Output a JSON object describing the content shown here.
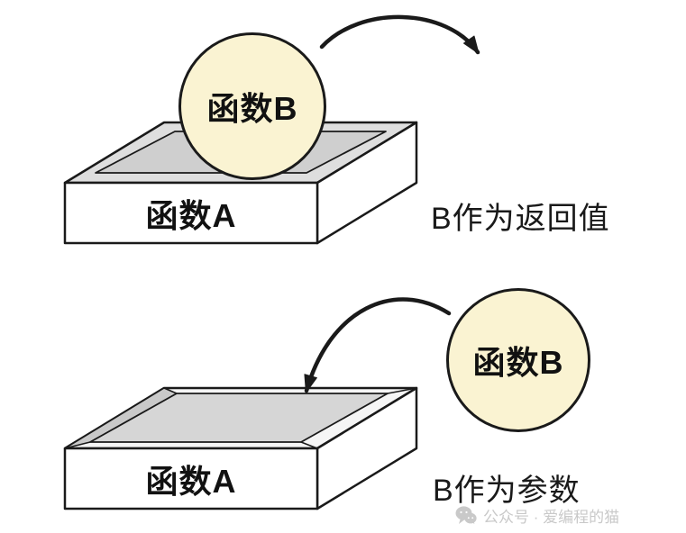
{
  "diagram": {
    "top_scene": {
      "box_label": "函数A",
      "ball_label": "函数B",
      "caption": "B作为返回值",
      "arrow_icon": "curved-arrow-out-of-box"
    },
    "bottom_scene": {
      "box_label": "函数A",
      "ball_label": "函数B",
      "caption": "B作为参数",
      "arrow_icon": "curved-arrow-into-box"
    },
    "watermark": {
      "icon": "wechat-icon",
      "text": "公众号 · 爱编程的猫"
    },
    "colors": {
      "background": "#FFFFFF",
      "stroke": "#1A1A1A",
      "ball_fill": "#FAF3D2",
      "box_top_fill": "#DEDEDE",
      "box_recess_fill": "#CFCFCF",
      "tray_floor_fill": "#D6D6D6",
      "tray_wall_fill": "#C9C9C9",
      "watermark_gray": "#C9C9C9"
    }
  }
}
